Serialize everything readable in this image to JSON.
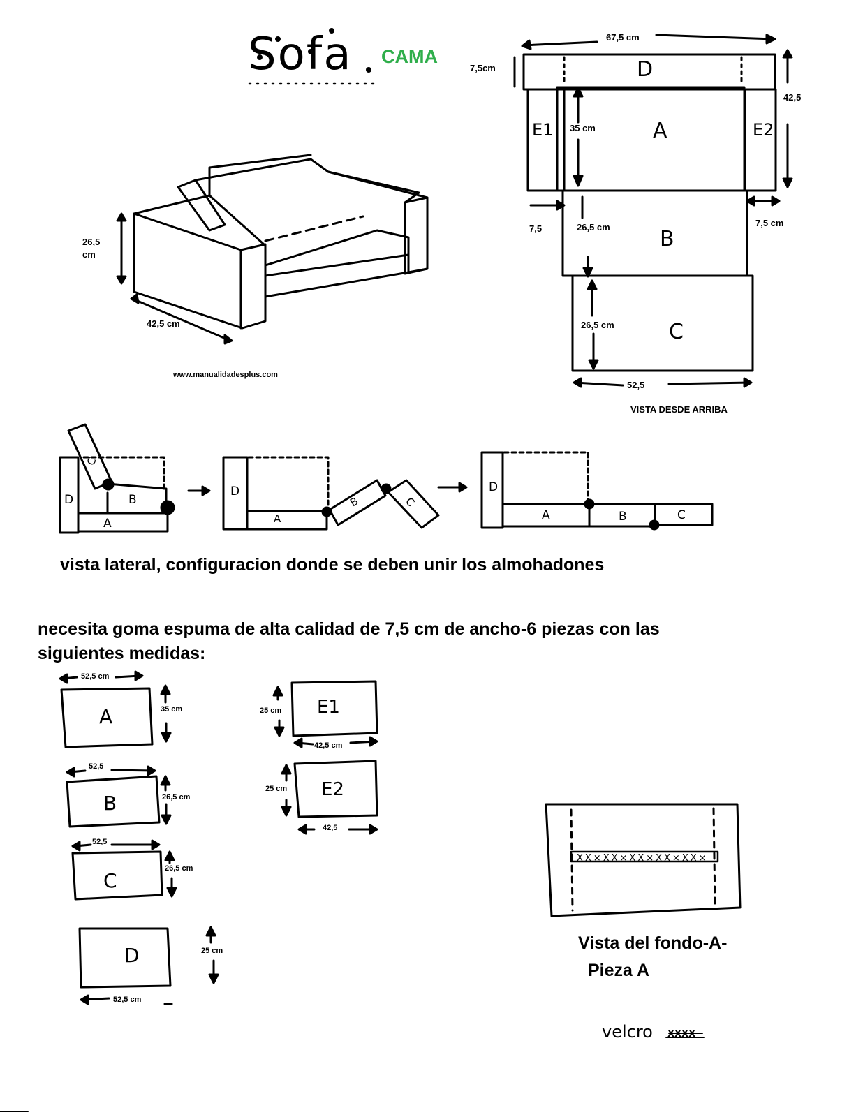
{
  "header": {
    "title": "Sofa",
    "subtitle": "CAMA",
    "website": "www.manualidadesplus.com"
  },
  "perspective_view": {
    "height_label": "26,5\ncm",
    "depth_label": "42,5 cm"
  },
  "top_view": {
    "width_label": "67,5 cm",
    "d_height_label": "7,5cm",
    "arm_height_label": "42,5",
    "a_label": "35 cm",
    "left_arm_width": "7,5",
    "right_arm_width": "7,5 cm",
    "b_label": "26,5 cm",
    "c_label": "26,5 cm",
    "bottom_width": "52,5",
    "caption": "VISTA DESDE ARRIBA",
    "pieces": [
      "D",
      "A",
      "E1",
      "E2",
      "B",
      "C"
    ]
  },
  "side_view": {
    "caption": "vista lateral, configuracion donde se deben unir los almohadones"
  },
  "requirements": {
    "text_line1": "necesita goma espuma de alta calidad de 7,5 cm de ancho-6 piezas con las",
    "text_line2": "siguientes medidas:"
  },
  "pieces_list": [
    {
      "letter": "A",
      "width": "52,5 cm",
      "height": "35 cm"
    },
    {
      "letter": "B",
      "width": "52,5",
      "height": "26,5 cm"
    },
    {
      "letter": "C",
      "width": "52,5",
      "height": "26,5 cm"
    },
    {
      "letter": "D",
      "width": "52,5 cm",
      "height": "25 cm"
    },
    {
      "letter": "E1",
      "width": "42,5 cm",
      "height": "25 cm"
    },
    {
      "letter": "E2",
      "width": "42,5",
      "height": "25 cm"
    }
  ],
  "bottom_view": {
    "caption_line1": "Vista del fondo-A-",
    "caption_line2": "Pieza A",
    "legend": "velcro",
    "legend_symbol": "xxxx"
  }
}
